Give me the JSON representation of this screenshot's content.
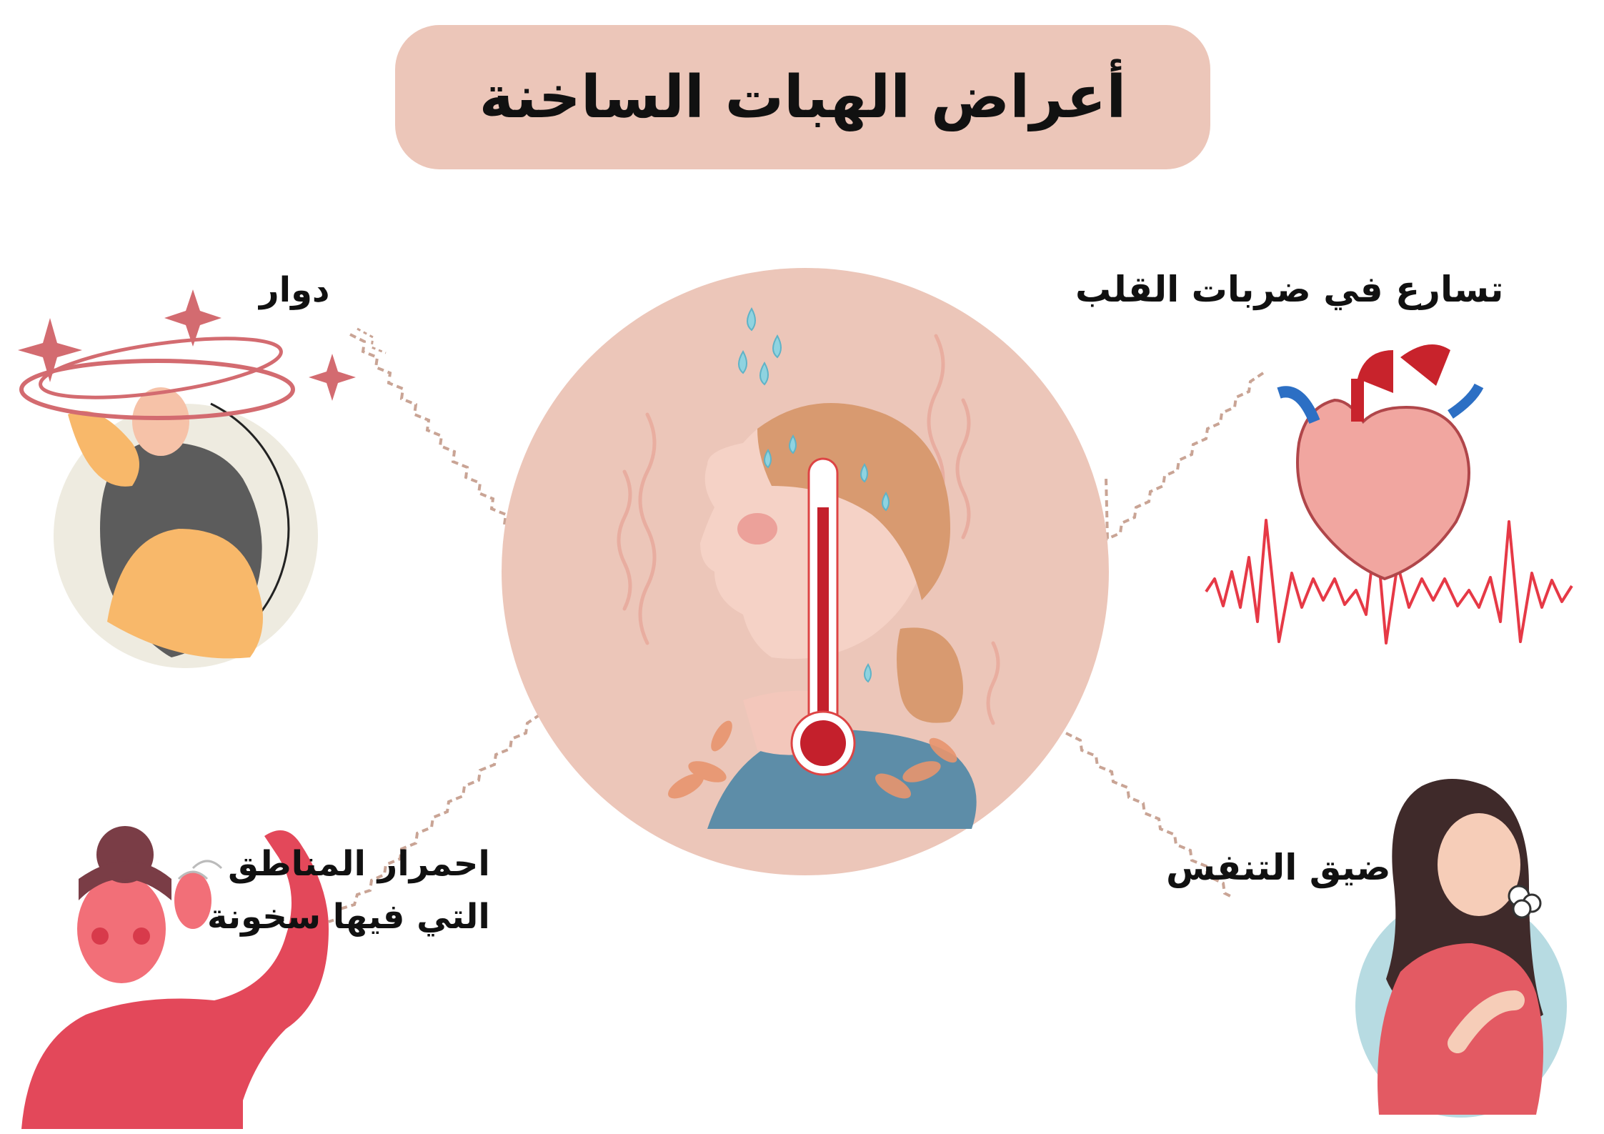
{
  "title": "أعراض الهبات الساخنة",
  "symptoms": {
    "dizziness": "دوار",
    "heart_rate": "تسارع في ضربات القلب",
    "breath": "ضيق التنفس",
    "flush_line1": "احمرار المناطق",
    "flush_line2": "التي فيها سخونة"
  },
  "colors": {
    "title_bg": "#ecc6b9",
    "circle_bg": "#ecc6b9",
    "connector": "#c9a495",
    "ecg_red": "#e63946"
  }
}
